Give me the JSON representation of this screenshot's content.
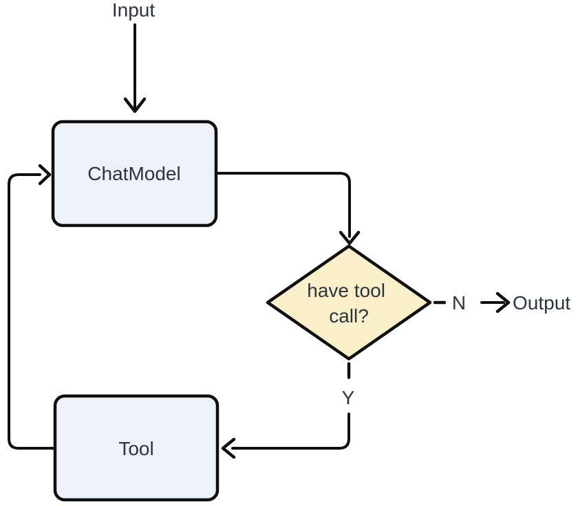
{
  "diagram": {
    "type": "flowchart",
    "nodes": {
      "input": {
        "label": "Input"
      },
      "chat_model": {
        "label": "ChatModel"
      },
      "decision": {
        "label": "have tool call?",
        "lines": [
          "have tool",
          "call?"
        ]
      },
      "tool": {
        "label": "Tool"
      },
      "output": {
        "label": "Output"
      }
    },
    "edges": {
      "no_label": "N",
      "yes_label": "Y"
    },
    "colors": {
      "background": "#ffffff",
      "box_fill": "#edf2fa",
      "diamond_fill": "#f9efc8",
      "stroke": "#0f0f0f",
      "text": "#2b3440"
    }
  }
}
